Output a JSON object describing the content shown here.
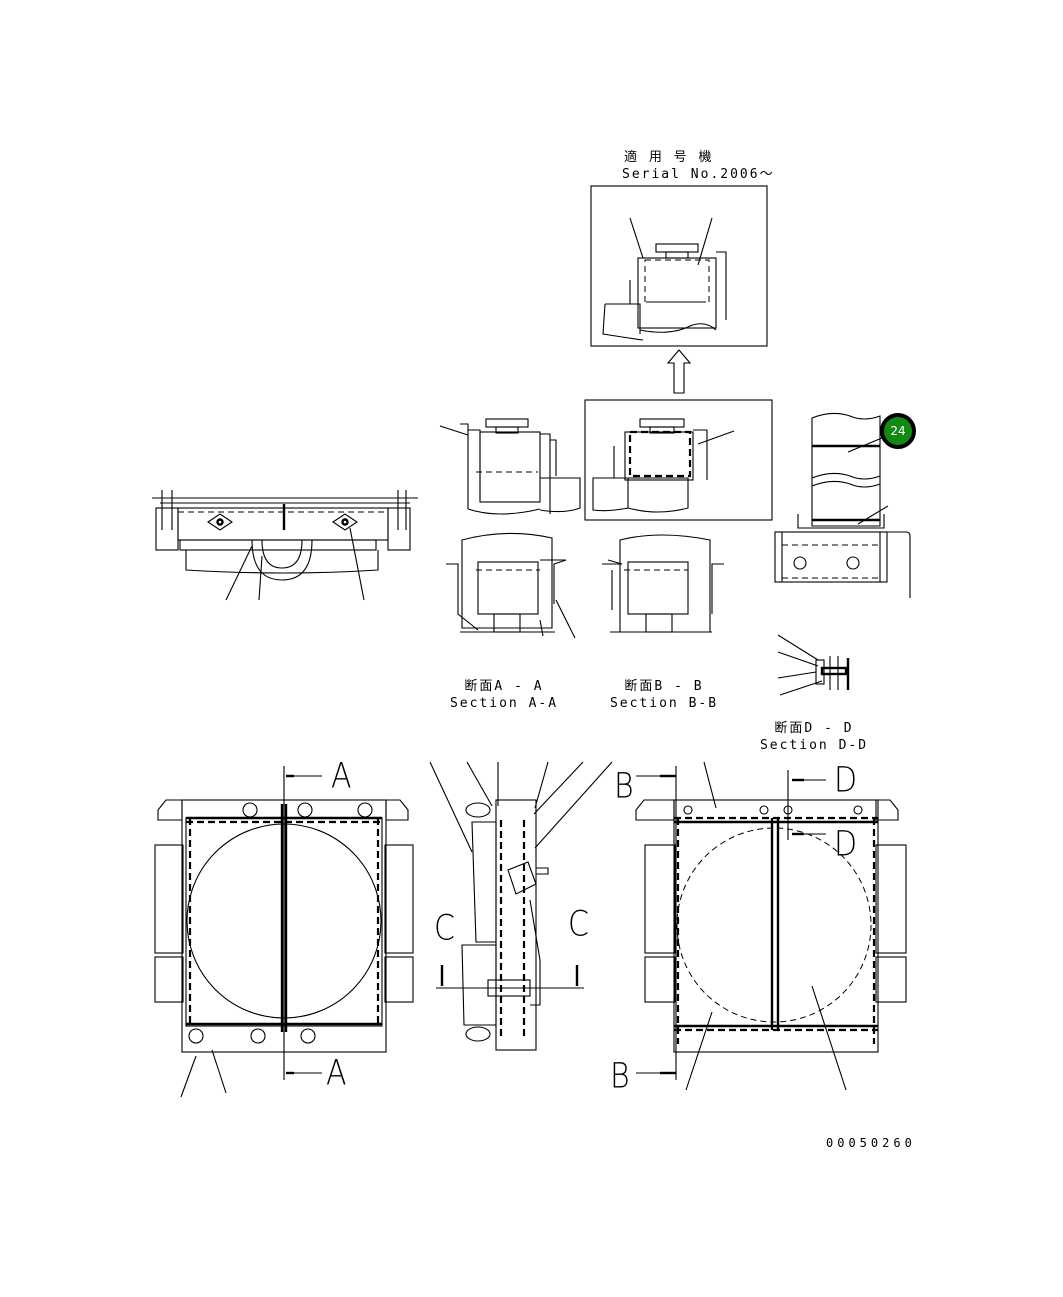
{
  "applicability": {
    "title_jp": "適 用 号 機",
    "serial": "Serial No.2006～"
  },
  "sections": [
    {
      "id": "A-A",
      "title_jp": "断面A - A",
      "title_en": "Section A-A"
    },
    {
      "id": "B-B",
      "title_jp": "断面B - B",
      "title_en": "Section B-B"
    },
    {
      "id": "D-D",
      "title_jp": "断面D - D",
      "title_en": "Section D-D"
    }
  ],
  "section_markers": {
    "A_top": "A",
    "A_bottom": "A",
    "B_top": "B",
    "B_bottom": "B",
    "C_left": "C",
    "C_right": "C",
    "D_top": "D",
    "D_bottom": "D"
  },
  "callouts": [
    {
      "number": "24",
      "color": "#128a12"
    }
  ],
  "drawing_number": "00050260"
}
